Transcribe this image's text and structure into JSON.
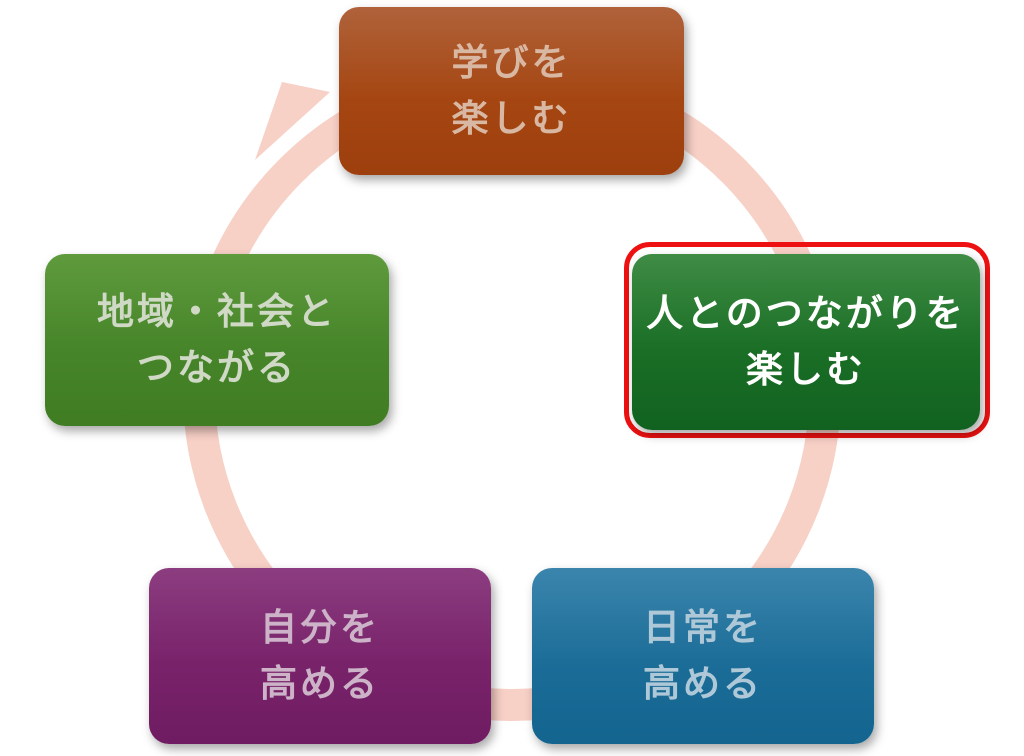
{
  "diagram": {
    "ring_color": "#f7d0c6",
    "highlight_color": "#ee1111",
    "nodes": {
      "top": {
        "lines": [
          "学びを",
          "楽しむ"
        ],
        "color": "#a54612"
      },
      "right": {
        "lines": [
          "人とのつながりを",
          "楽しむ"
        ],
        "color": "#1a6e25",
        "highlighted": true
      },
      "bottom_right": {
        "lines": [
          "日常を",
          "高める"
        ],
        "color": "#1b6d98"
      },
      "bottom_left": {
        "lines": [
          "自分を",
          "高める"
        ],
        "color": "#78226a"
      },
      "left": {
        "lines": [
          "地域・社会と",
          "つながる"
        ],
        "color": "#47852a"
      }
    }
  }
}
